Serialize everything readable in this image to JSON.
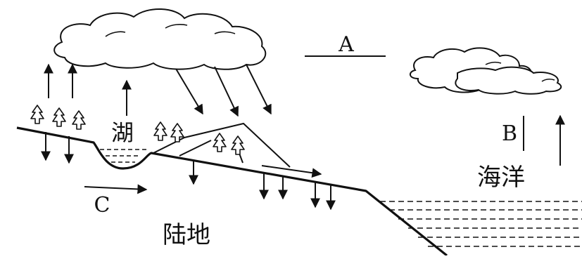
{
  "labels": {
    "a": "A",
    "b": "B",
    "c": "C",
    "lake": "湖",
    "ocean": "海洋",
    "land": "陆地"
  },
  "colors": {
    "ink": "#111111",
    "background": "#ffffff"
  }
}
